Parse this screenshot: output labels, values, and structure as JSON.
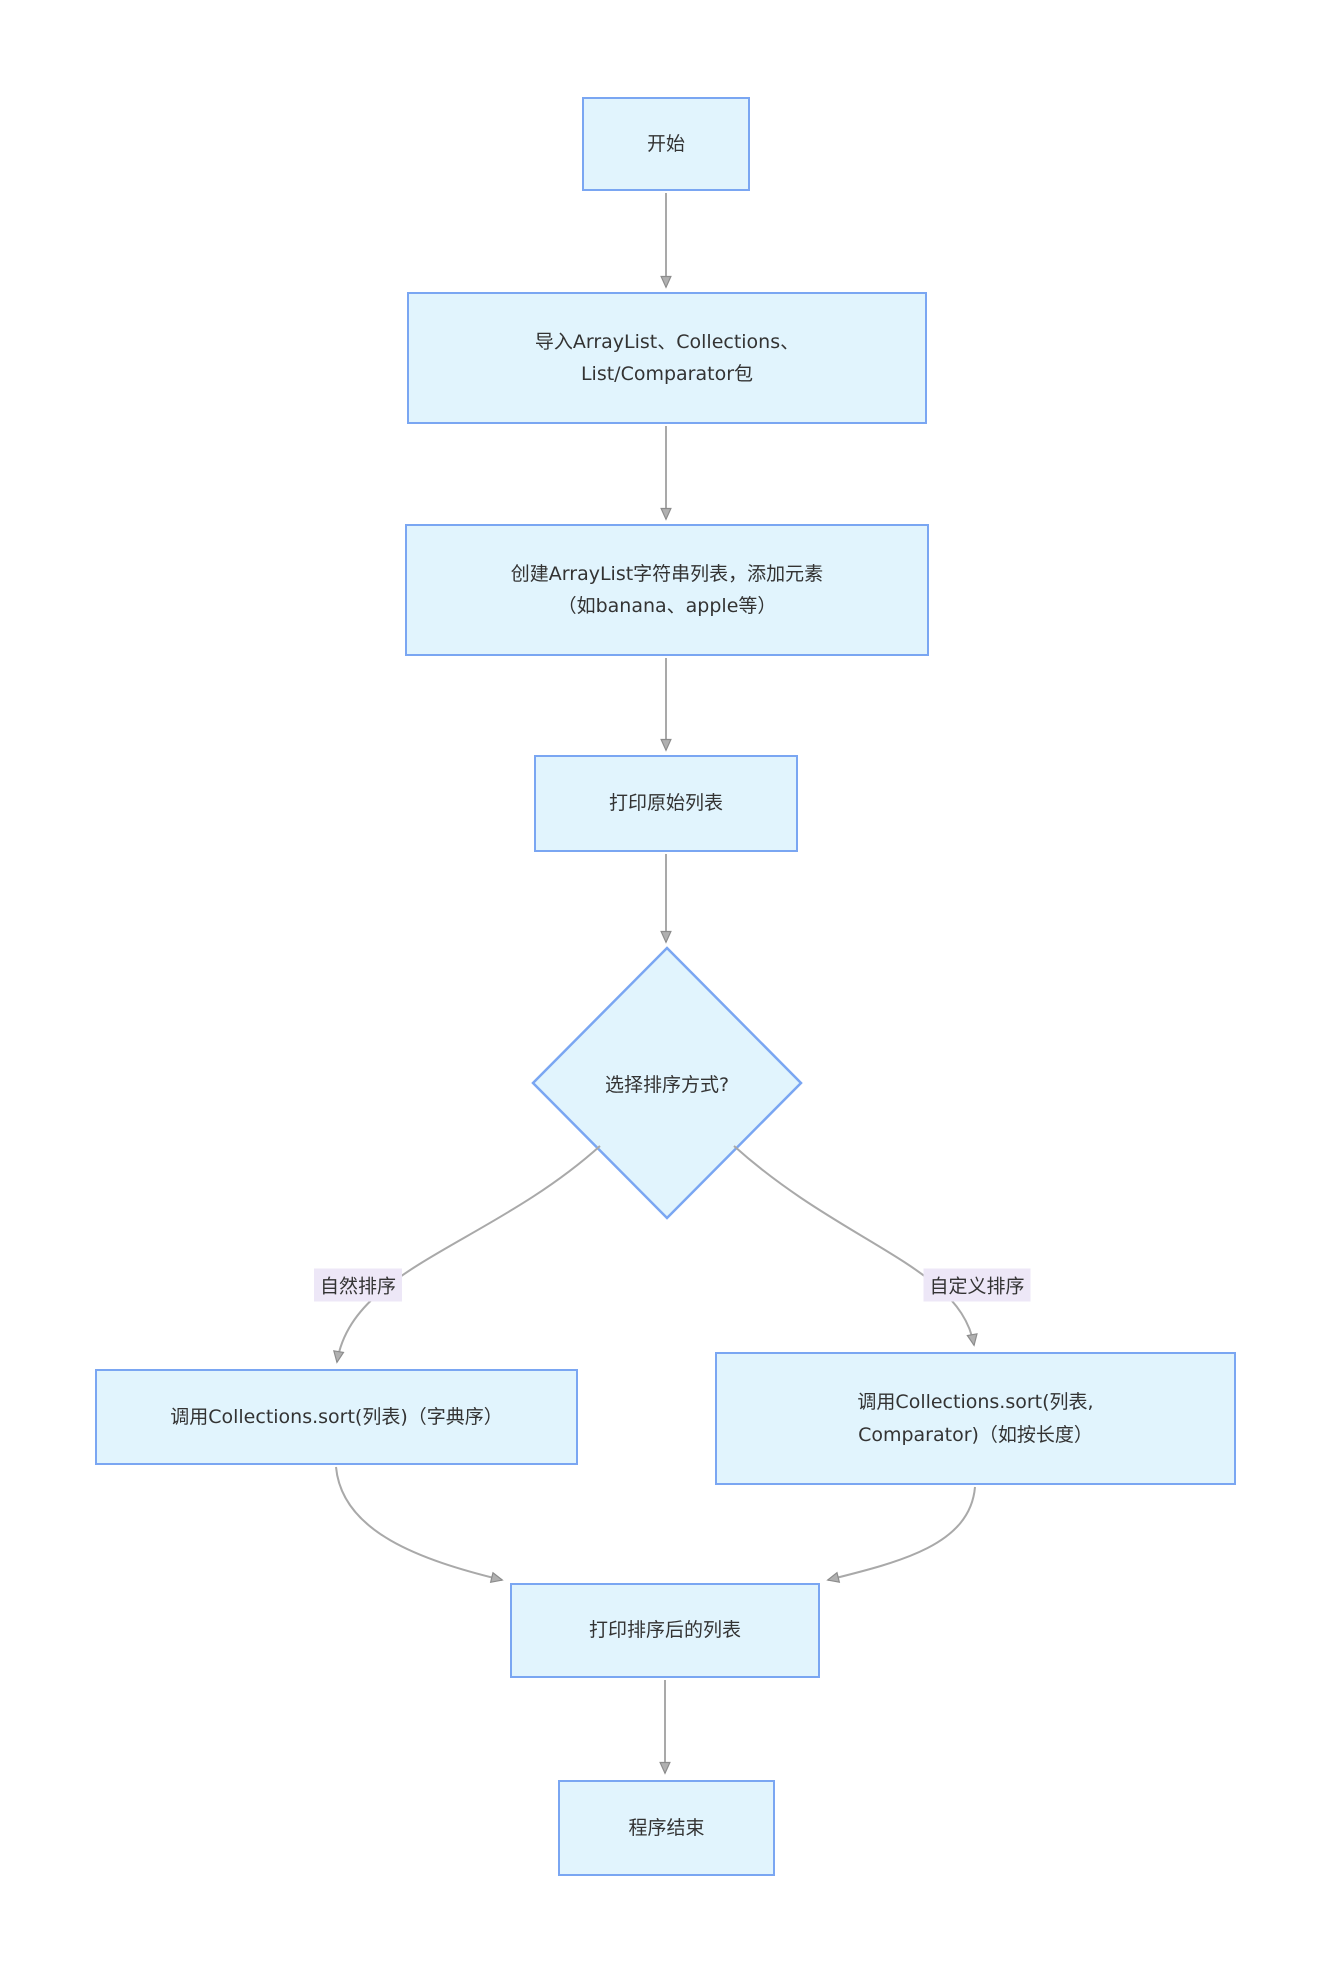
{
  "diagram": {
    "type": "flowchart",
    "direction": "top-down",
    "colors": {
      "node_fill": "#E1F4FD",
      "node_border": "#7AA6F2",
      "arrow_line": "#A9A9A9",
      "arrowhead_fill": "#B0B0B0",
      "arrowhead_stroke": "#8C8C8C",
      "edge_label_bg": "#EDE7F7",
      "text": "#333333",
      "background": "#FFFFFF"
    },
    "nodes": {
      "start": {
        "label": "开始"
      },
      "import_packages": {
        "line1": "导入ArrayList、Collections、",
        "line2": "List/Comparator包"
      },
      "create_list": {
        "line1": "创建ArrayList字符串列表，添加元素",
        "line2": "（如banana、apple等）"
      },
      "print_original": {
        "label": "打印原始列表"
      },
      "decision": {
        "label": "选择排序方式?"
      },
      "sort_natural": {
        "label": "调用Collections.sort(列表)（字典序）"
      },
      "sort_custom": {
        "line1": "调用Collections.sort(列表,",
        "line2": "Comparator)（如按长度）"
      },
      "print_sorted": {
        "label": "打印排序后的列表"
      },
      "end": {
        "label": "程序结束"
      }
    },
    "edge_labels": {
      "natural": "自然排序",
      "custom": "自定义排序"
    }
  }
}
